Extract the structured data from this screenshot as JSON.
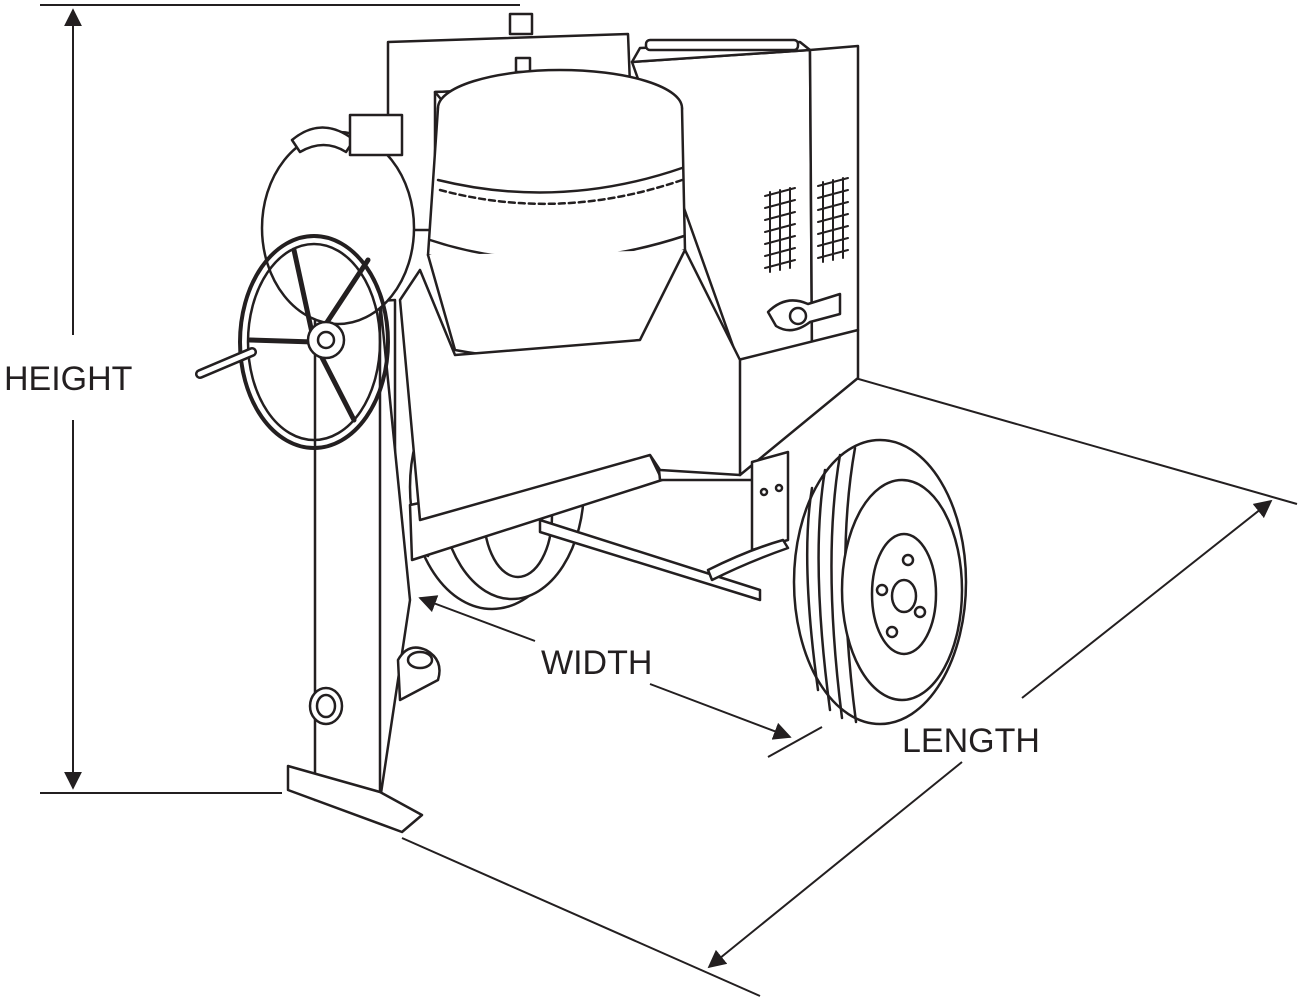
{
  "labels": {
    "height": "HEIGHT",
    "width": "WIDTH",
    "length": "LENGTH"
  },
  "colors": {
    "ink": "#231f20",
    "background": "#ffffff"
  }
}
